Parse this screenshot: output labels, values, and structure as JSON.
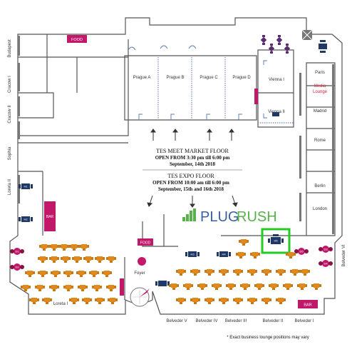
{
  "rooms": {
    "budapest": "Budapest",
    "crakow_i": "Cracow I",
    "crakow_ii": "Cracow II",
    "sophia": "Sophia",
    "loreta_ii": "Loreta II",
    "loreta_i": "Loreta I",
    "prague_a": "Prague A",
    "prague_b": "Prague B",
    "prague_c": "Prague C",
    "prague_d": "Prague D",
    "vienna_i": "Vienna I",
    "vienna_ii": "Vienna II",
    "paris": "Paris",
    "media_lounge_1": "Media",
    "media_lounge_2": "Lounge",
    "madrid": "Madrid",
    "rome": "Rome",
    "berlin": "Berlin",
    "london": "London",
    "belveder_vi": "Belveder VI",
    "belveder_v": "Belveder V",
    "belveder_iv": "Belveder IV",
    "belveder_iii": "Belveder III",
    "belveder_ii": "Belveder II",
    "belveder_i": "Belveder I",
    "foyer": "Foyer"
  },
  "signs": {
    "food_top": "FOOD",
    "food_mid": "FOOD",
    "bar_left": "BAR",
    "bar_right": "BAR"
  },
  "meet_market": {
    "title": "TES MEET MARKET FLOOR",
    "hours": "OPEN FROM 3:30 pm till 6:00 pm",
    "date": "September, 14th 2018"
  },
  "expo": {
    "title": "TES EXPO FLOOR",
    "hours": "OPEN FROM 10:00 am till 6:00 pm",
    "date": "September, 15th and 16th 2018"
  },
  "brand": {
    "name_a": "PLUG",
    "name_b": "RUSH",
    "color_a": "#3a5fa8",
    "color_b": "#5ab04b"
  },
  "highlight": {
    "booth": "H5",
    "color": "#22cc22"
  },
  "booths": {
    "h1": "H1",
    "h2": "H2",
    "h3": "H3",
    "h4": "H4",
    "h5": "H5",
    "d1": "D1",
    "d2": "D2",
    "d3": "D3",
    "d4": "D4",
    "d5": "D5"
  },
  "footnote": "* Exact business lounge positions may vary",
  "colors": {
    "wall": "#444444",
    "magenta": "#c2186a",
    "orange": "#e08a1e",
    "navy": "#1f3866",
    "purple": "#5a2a6e"
  }
}
